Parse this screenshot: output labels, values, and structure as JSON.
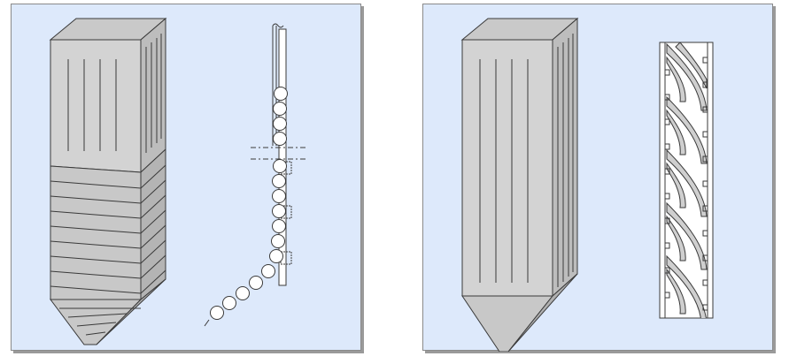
{
  "figure": {
    "panels": [
      {
        "id": "left",
        "subject": "vertical-column-slipform-with-cable-strand-detail"
      },
      {
        "id": "right",
        "subject": "vertical-column-with-helical-strand-detail"
      }
    ],
    "colors": {
      "background": "#dde9fb",
      "panel_border": "#8a8a8a",
      "shadow": "#9a9a9a",
      "column_front": "#d3d3d3",
      "column_side": "#bdbdbd",
      "column_top": "#c9c9c9",
      "stroke": "#3a3a3a",
      "bead_fill": "#ffffff"
    }
  }
}
